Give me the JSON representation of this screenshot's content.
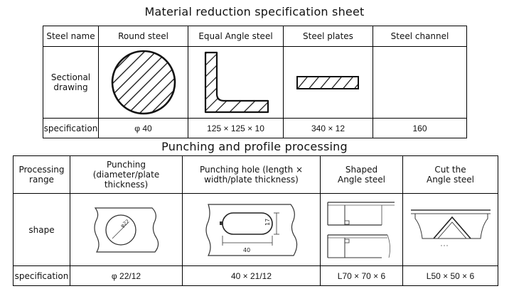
{
  "sheet1": {
    "title": "Material reduction specification sheet",
    "header": [
      "Steel name",
      "Round steel",
      "Equal Angle steel",
      "Steel plates",
      "Steel channel"
    ],
    "row_label_drawing": "Sectional drawing",
    "row_label_spec": "specification",
    "specs": [
      "φ 40",
      "125 × 125 × 10",
      "340 × 12",
      "160"
    ]
  },
  "sheet2": {
    "title": "Punching and profile processing",
    "header": [
      "Processing range",
      "Punching (diameter/plate thickness)",
      "Punching hole (length × width/plate thickness)",
      "Shaped Angle steel",
      "Cut the Angle steel"
    ],
    "row_label_shape": "shape",
    "row_label_spec": "specification",
    "specs": [
      "φ 22/12",
      "40 × 21/12",
      "L70 × 70 × 6",
      "L50 × 50 × 6"
    ],
    "drawing_labels": {
      "punch_diameter": "φ22",
      "hole_width": "17",
      "hole_length": "40"
    }
  }
}
